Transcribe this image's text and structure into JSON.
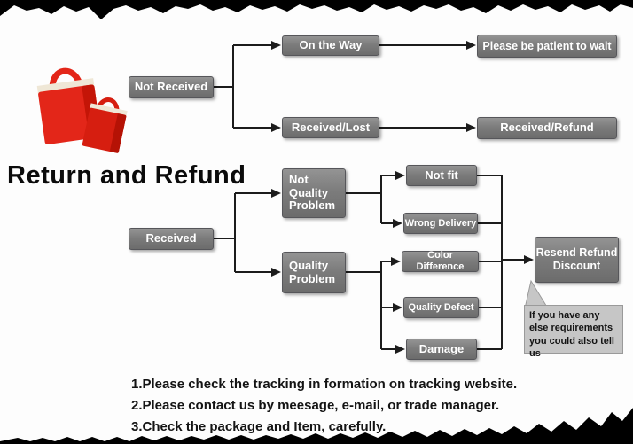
{
  "title": "Return and Refund",
  "nodes": {
    "not_received": "Not Received",
    "on_the_way": "On the Way",
    "be_patient": "Please be patient to wait",
    "received_lost": "Received/Lost",
    "received_refund": "Received/Refund",
    "received": "Received",
    "not_quality_problem": "Not Quality Problem",
    "quality_problem": "Quality Problem",
    "not_fit": "Not fit",
    "wrong_delivery": "Wrong Delivery",
    "color_difference": "Color Difference",
    "quality_defect": "Quality Defect",
    "damage": "Damage",
    "resend_refund_discount": "Resend Refund Discount"
  },
  "bubble": "If you have any else requirements you could also tell us",
  "notes": [
    "1.Please check the tracking in formation on tracking website.",
    "2.Please contact us by meesage, e-mail, or trade manager.",
    "3.Check the package and Item, carefully."
  ],
  "icons": {
    "shopping_bags": "shopping-bags-icon"
  },
  "colors": {
    "node_fill": "#7d7d7d",
    "node_text": "#ffffff",
    "connector": "#1c1c1c",
    "bubble_fill": "#c6c6c6",
    "bag_red": "#e32619",
    "background": "#ffffff",
    "torn_edge": "#000000"
  }
}
